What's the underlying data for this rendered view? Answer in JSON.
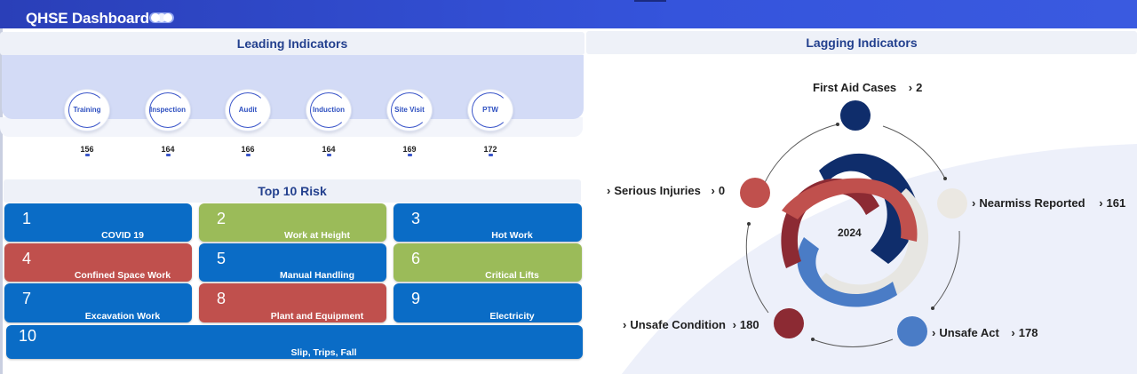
{
  "header": {
    "title": "QHSE Dashboard"
  },
  "leading": {
    "title": "Leading Indicators",
    "items": [
      {
        "label": "Training",
        "value": "156"
      },
      {
        "label": "Inspection",
        "value": "164"
      },
      {
        "label": "Audit",
        "value": "166"
      },
      {
        "label": "Induction",
        "value": "164"
      },
      {
        "label": "Site Visit",
        "value": "169"
      },
      {
        "label": "PTW",
        "value": "172"
      }
    ]
  },
  "risk": {
    "title": "Top 10 Risk",
    "items": [
      {
        "num": "1",
        "name": "COVID 19",
        "color": "#0a6cc6"
      },
      {
        "num": "2",
        "name": "Work at Height",
        "color": "#9bbb59"
      },
      {
        "num": "3",
        "name": "Hot Work",
        "color": "#0a6cc6"
      },
      {
        "num": "4",
        "name": "Confined Space Work",
        "color": "#c0504d"
      },
      {
        "num": "5",
        "name": "Manual Handling",
        "color": "#0a6cc6"
      },
      {
        "num": "6",
        "name": "Critical Lifts",
        "color": "#9bbb59"
      },
      {
        "num": "7",
        "name": "Excavation Work",
        "color": "#0a6cc6"
      },
      {
        "num": "8",
        "name": "Plant and Equipment",
        "color": "#c0504d"
      },
      {
        "num": "9",
        "name": "Electricity",
        "color": "#0a6cc6"
      },
      {
        "num": "10",
        "name": "Slip, Trips, Fall",
        "color": "#0a6cc6"
      }
    ]
  },
  "lagging": {
    "title": "Lagging Indicators",
    "year": "2024",
    "items": [
      {
        "label": "First Aid Cases",
        "value": "2",
        "color": "#0f2d6b"
      },
      {
        "label": "Nearmiss Reported",
        "value": "161",
        "color": "#ebe8e2"
      },
      {
        "label": "Unsafe Act",
        "value": "178",
        "color": "#4a7cc6"
      },
      {
        "label": "Unsafe Condition",
        "value": "180",
        "color": "#8c2a33"
      },
      {
        "label": "Serious Injuries",
        "value": "0",
        "color": "#c0504d"
      }
    ],
    "arrow": "›"
  }
}
